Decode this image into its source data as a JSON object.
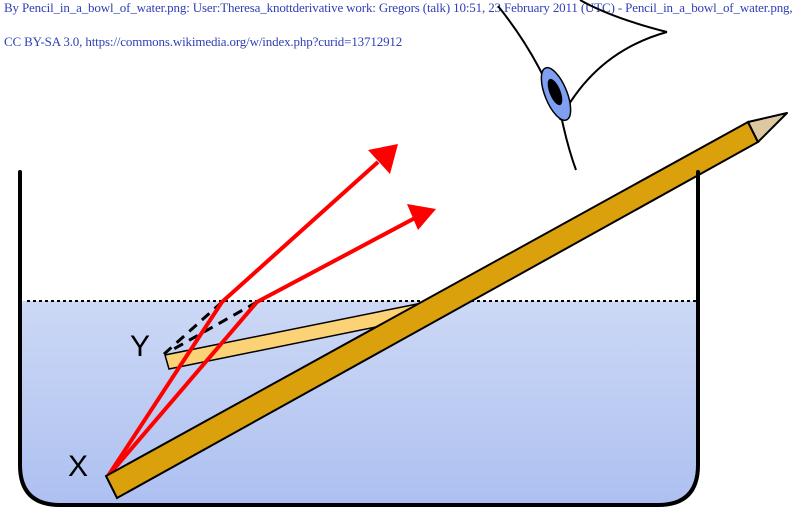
{
  "credit": {
    "line1": "By Pencil_in_a_bowl_of_water.png: User:Theresa_knottderivative work: Gregors (talk) 10:51, 23 February 2011 (UTC) - Pencil_in_a_bowl_of_water.png,",
    "line2": "CC BY-SA 3.0, https://commons.wikimedia.org/w/index.php?curid=13712912"
  },
  "labels": {
    "x_point": "X",
    "y_point": "Y"
  },
  "colors": {
    "water_top": "#ccd8f5",
    "water_bottom": "#a9bdf0",
    "pencil_real": "#dba10d",
    "pencil_apparent": "#fcd277",
    "pencil_tip": "#ddc8a2",
    "ray": "#ff0000",
    "eye_iris": "#7f9ff2"
  },
  "icons": {
    "eye": "eye-icon"
  }
}
